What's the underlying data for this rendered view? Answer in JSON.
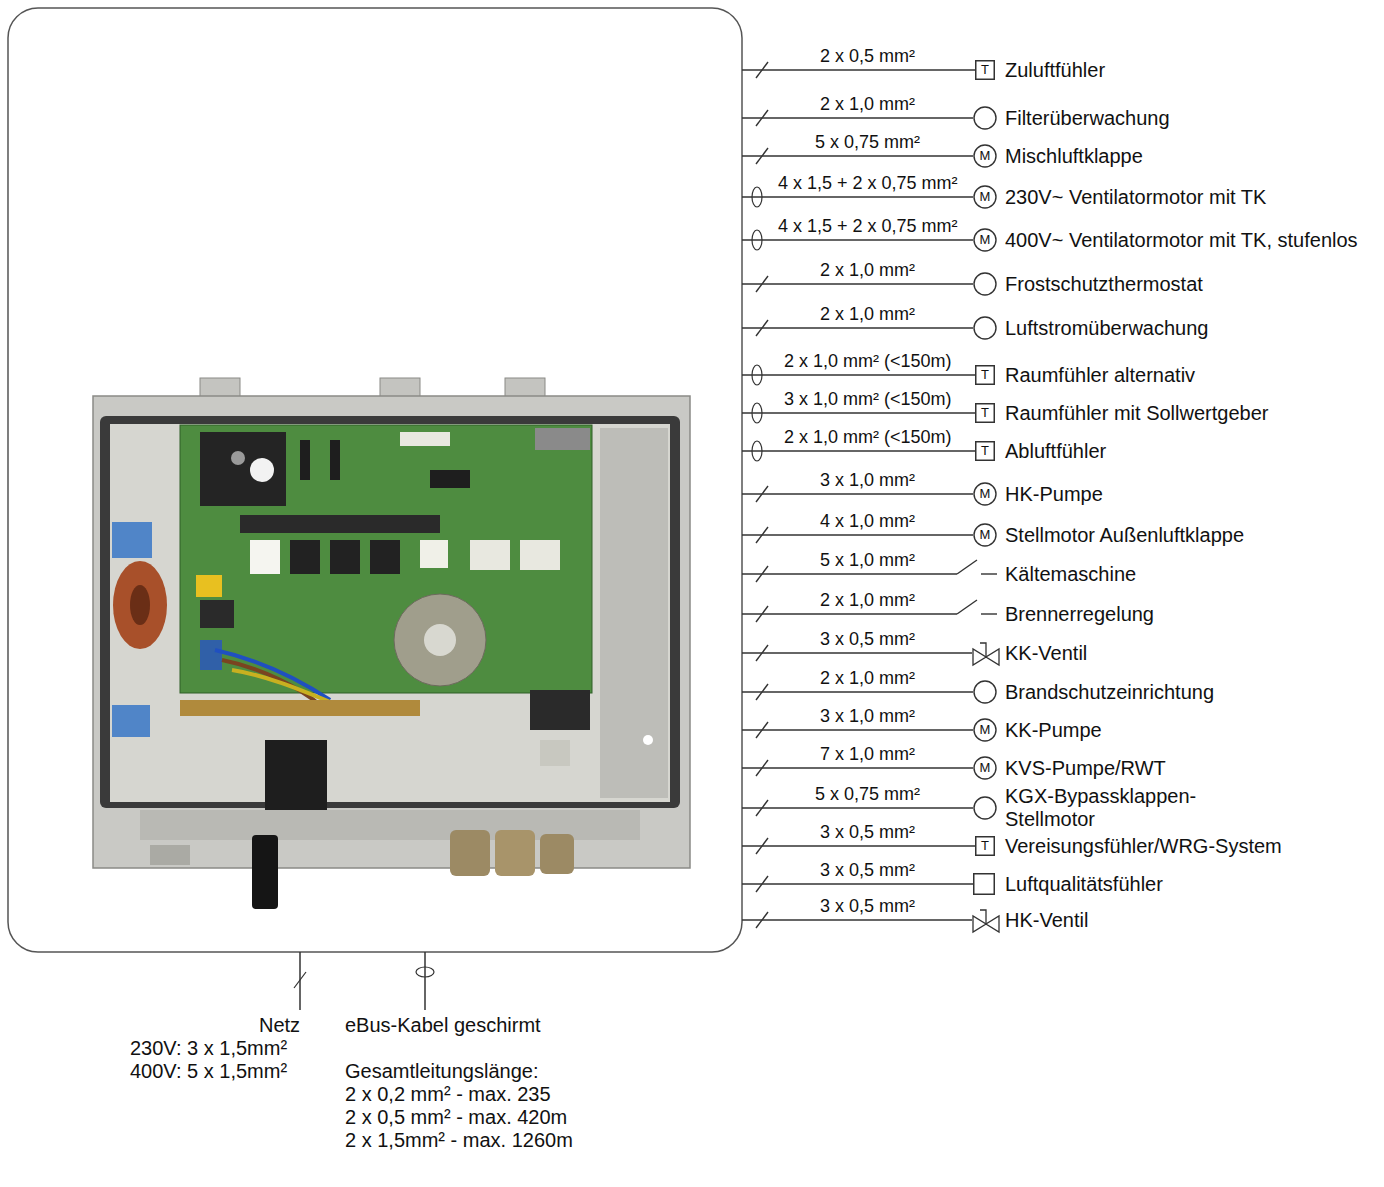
{
  "diagram": {
    "nodes": [
      {
        "text": [
          "T",
          "Zuluftfühler"
        ]
      },
      {
        "text": [
          "Filterüberwachung"
        ]
      },
      {
        "text": [
          "M",
          "Mischluftklappe"
        ]
      },
      {
        "text": [
          "M",
          "230V~ Ventilatormotor mit TK"
        ]
      },
      {
        "text": [
          "M",
          "400V~ Ventilatormotor mit TK, stufenlos"
        ]
      },
      {
        "text": [
          "Frostschutzthermostat"
        ]
      },
      {
        "text": [
          "Luftstromüberwachung"
        ]
      },
      {
        "text": [
          "T",
          "Raumfühler alternativ"
        ]
      },
      {
        "text": [
          "T",
          "Raumfühler mit Sollwertgeber"
        ]
      },
      {
        "text": [
          "T",
          "Abluftfühler"
        ]
      },
      {
        "text": [
          "M",
          "HK-Pumpe"
        ]
      },
      {
        "text": [
          "M",
          "Stellmotor Außenluftklappe"
        ]
      },
      {
        "text": [
          "KK-Ventil"
        ]
      },
      {
        "text": [
          "Brandschutzeinrichtung"
        ]
      },
      {
        "text": [
          "M",
          "KK-Pumpe"
        ]
      },
      {
        "text": [
          "M",
          "KVS-Pumpe/RWT"
        ]
      },
      {
        "text": [
          "KGX-Bypassklappen-Stellmotor"
        ]
      },
      {
        "text": [
          "T",
          "Vereisungsfühler/WRG-System"
        ]
      },
      {
        "text": [
          "Luftqualitätsfühler"
        ]
      },
      {
        "text": [
          "HK-Ventil"
        ]
      }
    ],
    "labels": [
      "2 x 0,5 mm²",
      "2 x 1,0 mm²",
      "5 x 0,75 mm²",
      "4 x 1,5 + 2 x 0,75 mm²",
      "4 x 1,5 + 2 x 0,75 mm²",
      "2 x 1,0 mm²",
      "2 x 1,0 mm²",
      "2 x 1,0 mm² (<150m)",
      "3 x 1,0 mm² (<150m)",
      "2 x 1,0 mm² (<150m)",
      "3 x 1,0 mm²",
      "4 x 1,0 mm²",
      "5 x 1,0 mm²",
      "Kältemaschine",
      "2 x 1,0 mm²",
      "Brennerregelung",
      "3 x 0,5 mm²",
      "2 x 1,0 mm²",
      "3 x 1,0 mm²",
      "7 x 1,0 mm²",
      "5 x 0,75 mm²",
      "3 x 0,5 mm²",
      "3 x 0,5 mm²",
      "3 x 0,5 mm²",
      "Netz",
      "230V: 3 x 1,5mm²",
      "400V: 5 x 1,5mm²",
      "eBus-Kabel geschirmt",
      "Gesamtleitungslänge:",
      "2 x 0,2 mm² - max. 235",
      "2 x 0,5 mm² - max. 420m",
      "2 x 1,5mm² - max. 1260m"
    ]
  }
}
